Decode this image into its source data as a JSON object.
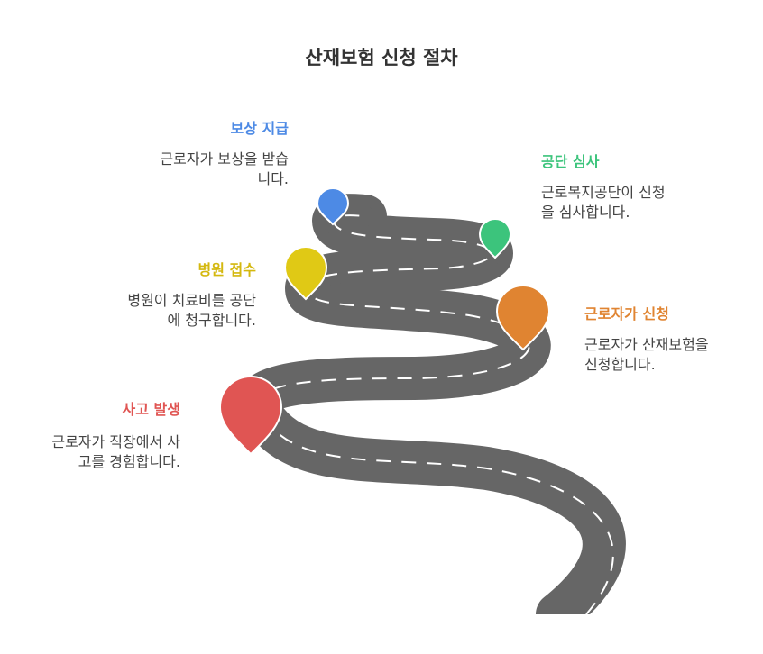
{
  "title": "산재보험 신청 절차",
  "colors": {
    "road": "#666666",
    "lane": "#ffffff",
    "red": "#e05553",
    "orange": "#e08431",
    "yellow": "#e0c915",
    "green": "#3cc47c",
    "blue": "#4d8ae5"
  },
  "steps": [
    {
      "title": "사고 발생",
      "desc_lines": [
        "근로자가 직장에서 사",
        "고를 경험합니다."
      ],
      "color": "#e05553"
    },
    {
      "title": "근로자가 신청",
      "desc_lines": [
        "근로자가 산재보험을",
        "신청합니다."
      ],
      "color": "#e08431"
    },
    {
      "title": "병원 접수",
      "desc_lines": [
        "병원이 치료비를 공단",
        "에 청구합니다."
      ],
      "color": "#e0c915"
    },
    {
      "title": "공단 심사",
      "desc_lines": [
        "근로복지공단이 신청",
        "을 심사합니다."
      ],
      "color": "#3cc47c"
    },
    {
      "title": "보상 지급",
      "desc_lines": [
        "근로자가 보상을 받습",
        "니다."
      ],
      "color": "#4d8ae5"
    }
  ]
}
